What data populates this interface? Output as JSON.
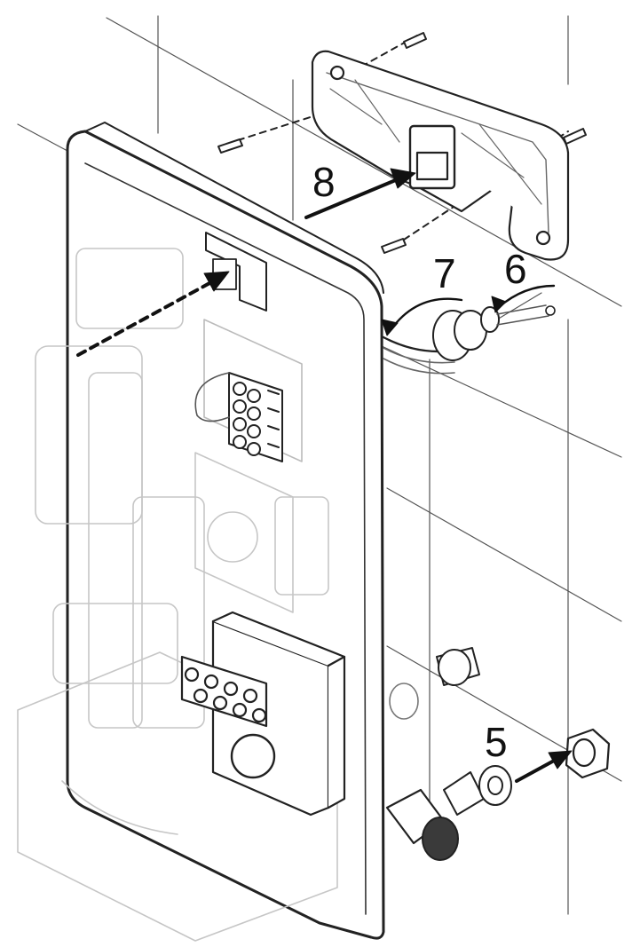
{
  "diagram": {
    "callouts": {
      "c8": "8",
      "c7": "7",
      "c6": "6",
      "c5": "5"
    },
    "colors": {
      "line": "#222222",
      "faint": "#9a9a9a",
      "ghost": "#d4d4d4",
      "fill": "#ffffff"
    },
    "icons": [
      "wall-bracket-icon",
      "wall-plug-icon",
      "cable-gland-icon",
      "compression-fitting-icon",
      "terminal-block-icon",
      "washer-icon",
      "nut-icon"
    ]
  }
}
